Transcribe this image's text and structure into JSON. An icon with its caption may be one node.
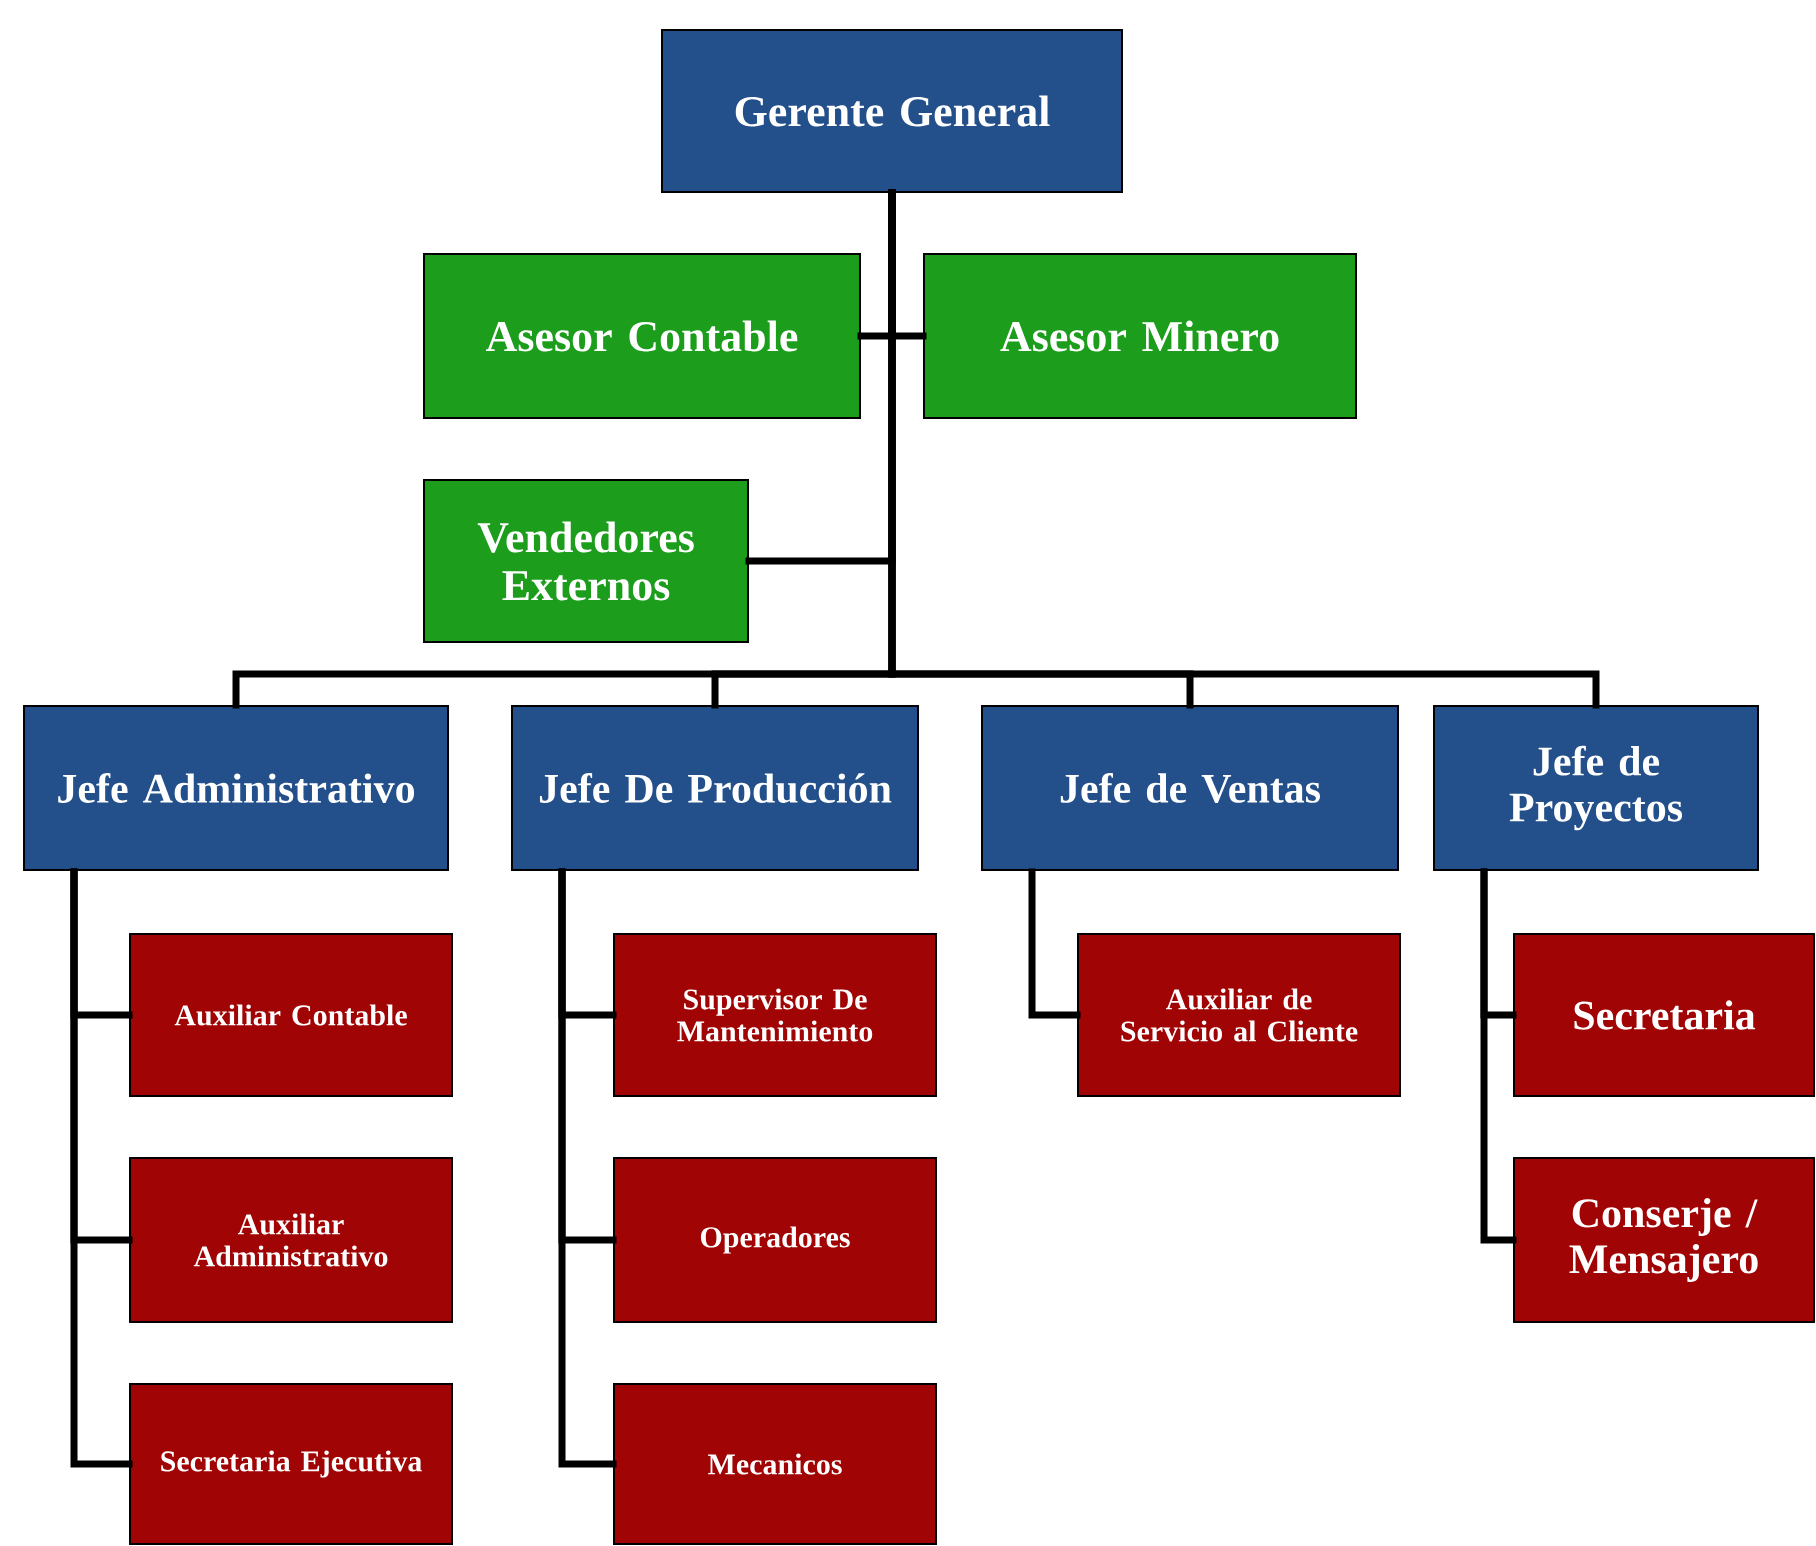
{
  "diagram": {
    "nodes": [
      {
        "text": [
          "Gerente General"
        ]
      },
      {
        "text": [
          "Asesor Contable"
        ]
      },
      {
        "text": [
          "Asesor Minero"
        ]
      },
      {
        "text": [
          "Vendedores Externos"
        ]
      },
      {
        "text": [
          "Jefe Administrativo"
        ]
      },
      {
        "text": [
          "Jefe De Producción"
        ]
      },
      {
        "text": [
          "Jefe de Ventas"
        ]
      },
      {
        "text": [
          "Jefe de Proyectos"
        ]
      },
      {
        "text": [
          "Auxiliar Contable"
        ]
      },
      {
        "text": [
          "Auxiliar Administrativo"
        ]
      },
      {
        "text": [
          "Secretaria Ejecutiva"
        ]
      },
      {
        "text": [
          "Supervisor De Mantenimiento"
        ]
      },
      {
        "text": [
          "Operadores"
        ]
      },
      {
        "text": [
          "Mecanicos"
        ]
      },
      {
        "text": [
          "Auxiliar de Servicio al Cliente"
        ]
      },
      {
        "text": [
          "Secretaria"
        ]
      },
      {
        "text": [
          "Conserje / Mensajero"
        ]
      }
    ],
    "edges": [
      {
        "from": 0,
        "to": 1,
        "arrow": "none"
      },
      {
        "from": 0,
        "to": 2,
        "arrow": "none"
      },
      {
        "from": 0,
        "to": 3,
        "arrow": "none"
      },
      {
        "from": 0,
        "to": 4,
        "arrow": "none"
      },
      {
        "from": 0,
        "to": 5,
        "arrow": "none"
      },
      {
        "from": 0,
        "to": 6,
        "arrow": "none"
      },
      {
        "from": 0,
        "to": 7,
        "arrow": "none"
      },
      {
        "from": 4,
        "to": 8,
        "arrow": "none"
      },
      {
        "from": 4,
        "to": 9,
        "arrow": "none"
      },
      {
        "from": 4,
        "to": 10,
        "arrow": "none"
      },
      {
        "from": 5,
        "to": 11,
        "arrow": "none"
      },
      {
        "from": 5,
        "to": 12,
        "arrow": "none"
      },
      {
        "from": 5,
        "to": 13,
        "arrow": "none"
      },
      {
        "from": 6,
        "to": 14,
        "arrow": "none"
      },
      {
        "from": 7,
        "to": 15,
        "arrow": "none"
      },
      {
        "from": 7,
        "to": 16,
        "arrow": "none"
      }
    ]
  }
}
